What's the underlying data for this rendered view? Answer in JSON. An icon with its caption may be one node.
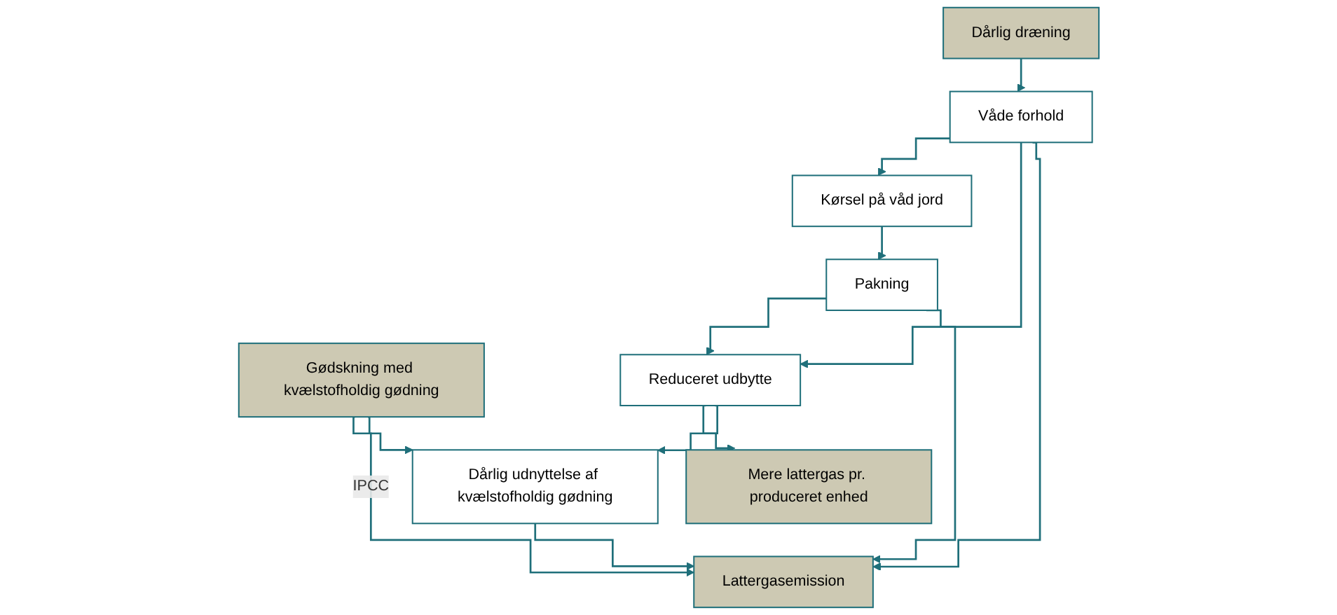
{
  "diagram": {
    "nodes": [
      {
        "text": [
          "Dårlig dræning"
        ]
      },
      {
        "text": [
          "Gødskning med kvælstofholdig gødning"
        ]
      },
      {
        "text": [
          "Våde forhold"
        ]
      },
      {
        "text": [
          "Kørsel på våd jord"
        ]
      },
      {
        "text": [
          "Pakning"
        ]
      },
      {
        "text": [
          "Reduceret udbytte"
        ]
      },
      {
        "text": [
          "Mere lattergas pr. produceret enhed"
        ]
      },
      {
        "text": [
          "Dårlig udnyttelse af kvælstofholdig gødning"
        ]
      },
      {
        "text": [
          "Lattergasemission"
        ]
      }
    ],
    "edges": [
      {
        "from": 0,
        "to": 2,
        "arrow": "to"
      },
      {
        "from": 2,
        "to": 3,
        "arrow": "to"
      },
      {
        "from": 3,
        "to": 4,
        "arrow": "to"
      },
      {
        "from": 4,
        "to": 5,
        "arrow": "to"
      },
      {
        "from": 2,
        "to": 5,
        "arrow": "to"
      },
      {
        "from": 5,
        "to": 6,
        "arrow": "to"
      },
      {
        "from": 5,
        "to": 7,
        "arrow": "to"
      },
      {
        "from": 1,
        "to": 7,
        "arrow": "to"
      },
      {
        "from": 7,
        "to": 8,
        "arrow": "to"
      },
      {
        "from": 2,
        "to": 8,
        "arrow": "to"
      },
      {
        "from": 4,
        "to": 8,
        "arrow": "to"
      },
      {
        "from": 1,
        "to": 8,
        "arrow": "to",
        "label": "IPCC"
      }
    ]
  }
}
